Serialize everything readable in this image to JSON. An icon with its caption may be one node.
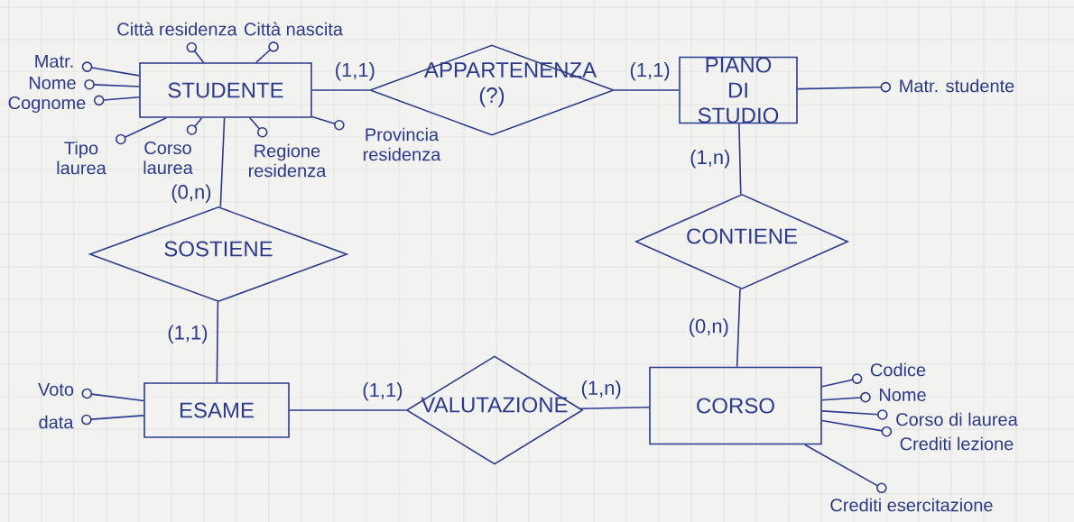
{
  "diagram": {
    "nodes": [
      {
        "text": [
          "STUDENTE"
        ]
      },
      {
        "text": [
          "APPARTENENZA (?)"
        ]
      },
      {
        "text": [
          "PIANO DI STUDIO"
        ]
      },
      {
        "text": [
          "SOSTIENE"
        ]
      },
      {
        "text": [
          "CONTIENE"
        ]
      },
      {
        "text": [
          "ESAME"
        ]
      },
      {
        "text": [
          "VALUTAZIONE"
        ]
      },
      {
        "text": [
          "CORSO"
        ]
      },
      {
        "text": [
          "Città residenza"
        ]
      },
      {
        "text": [
          "Città nascita"
        ]
      },
      {
        "text": [
          "Matr."
        ]
      },
      {
        "text": [
          "Nome"
        ]
      },
      {
        "text": [
          "Cognome"
        ]
      },
      {
        "text": [
          "Tipo laurea"
        ]
      },
      {
        "text": [
          "Corso laurea"
        ]
      },
      {
        "text": [
          "Regione residenza"
        ]
      },
      {
        "text": [
          "Provincia residenza"
        ]
      },
      {
        "text": [
          "Matr. studente"
        ]
      },
      {
        "text": [
          "Voto"
        ]
      },
      {
        "text": [
          "data"
        ]
      },
      {
        "text": [
          "Codice"
        ]
      },
      {
        "text": [
          "Nome"
        ]
      },
      {
        "text": [
          "Corso di laurea"
        ]
      },
      {
        "text": [
          "Crediti lezione"
        ]
      },
      {
        "text": [
          "Crediti esercitazione"
        ]
      }
    ],
    "edges": [
      {
        "from": 0,
        "to": 1,
        "arrow": "none",
        "label": "(1,1)"
      },
      {
        "from": 1,
        "to": 2,
        "arrow": "none",
        "label": "(1,1)"
      },
      {
        "from": 2,
        "to": 4,
        "arrow": "none",
        "label": "(1,n)"
      },
      {
        "from": 4,
        "to": 7,
        "arrow": "none",
        "label": "(0,n)"
      },
      {
        "from": 0,
        "to": 3,
        "arrow": "none",
        "label": "(0,n)"
      },
      {
        "from": 3,
        "to": 5,
        "arrow": "none",
        "label": "(1,1)"
      },
      {
        "from": 5,
        "to": 6,
        "arrow": "none",
        "label": "(1,1)"
      },
      {
        "from": 6,
        "to": 7,
        "arrow": "none",
        "label": "(1,n)"
      },
      {
        "from": 0,
        "to": 8,
        "arrow": "none"
      },
      {
        "from": 0,
        "to": 9,
        "arrow": "none"
      },
      {
        "from": 0,
        "to": 10,
        "arrow": "none"
      },
      {
        "from": 0,
        "to": 11,
        "arrow": "none"
      },
      {
        "from": 0,
        "to": 12,
        "arrow": "none"
      },
      {
        "from": 0,
        "to": 13,
        "arrow": "none"
      },
      {
        "from": 0,
        "to": 14,
        "arrow": "none"
      },
      {
        "from": 0,
        "to": 15,
        "arrow": "none"
      },
      {
        "from": 0,
        "to": 16,
        "arrow": "none"
      },
      {
        "from": 2,
        "to": 17,
        "arrow": "none"
      },
      {
        "from": 5,
        "to": 18,
        "arrow": "none"
      },
      {
        "from": 5,
        "to": 19,
        "arrow": "none"
      },
      {
        "from": 7,
        "to": 20,
        "arrow": "none"
      },
      {
        "from": 7,
        "to": 21,
        "arrow": "none"
      },
      {
        "from": 7,
        "to": 22,
        "arrow": "none"
      },
      {
        "from": 7,
        "to": 23,
        "arrow": "none"
      },
      {
        "from": 7,
        "to": 24,
        "arrow": "none"
      }
    ]
  }
}
